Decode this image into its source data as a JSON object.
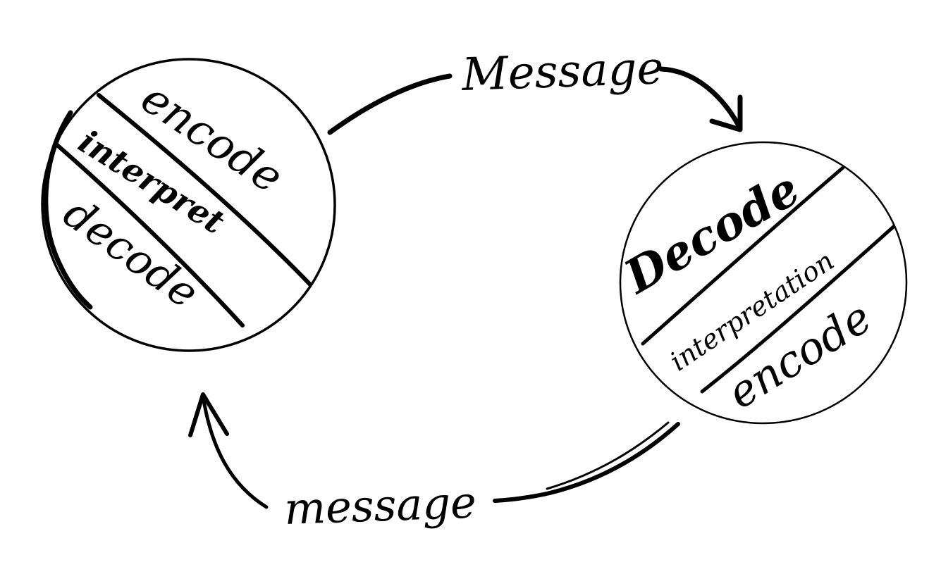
{
  "diagram": {
    "ink_color": "#000000",
    "background_color": "#ffffff",
    "left_circle": {
      "top_label": "encode",
      "middle_label": "interpret",
      "bottom_label": "decode"
    },
    "right_circle": {
      "top_label": "Decode",
      "middle_label": "interpretation",
      "bottom_label": "encode"
    },
    "top_arrow": {
      "label": "Message"
    },
    "bottom_arrow": {
      "label": "message"
    }
  }
}
